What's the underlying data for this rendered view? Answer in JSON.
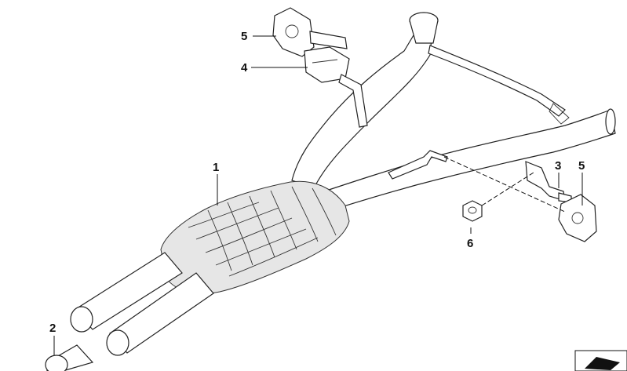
{
  "diagram": {
    "callouts": [
      {
        "id": "label-1",
        "text": "1",
        "refers_to": "rear-silencer-assembly"
      },
      {
        "id": "label-2",
        "text": "2",
        "refers_to": "tailpipe-trim"
      },
      {
        "id": "label-3",
        "text": "3",
        "refers_to": "hanger-bracket"
      },
      {
        "id": "label-4",
        "text": "4",
        "refers_to": "bracket-upper"
      },
      {
        "id": "label-5a",
        "text": "5",
        "refers_to": "rubber-mount-upper"
      },
      {
        "id": "label-5b",
        "text": "5",
        "refers_to": "rubber-mount-right"
      },
      {
        "id": "label-6",
        "text": "6",
        "refers_to": "nut"
      }
    ]
  },
  "colors": {
    "line": "#111111",
    "part_fill": "#ffffff",
    "shade_fill": "#e6e6e6"
  }
}
